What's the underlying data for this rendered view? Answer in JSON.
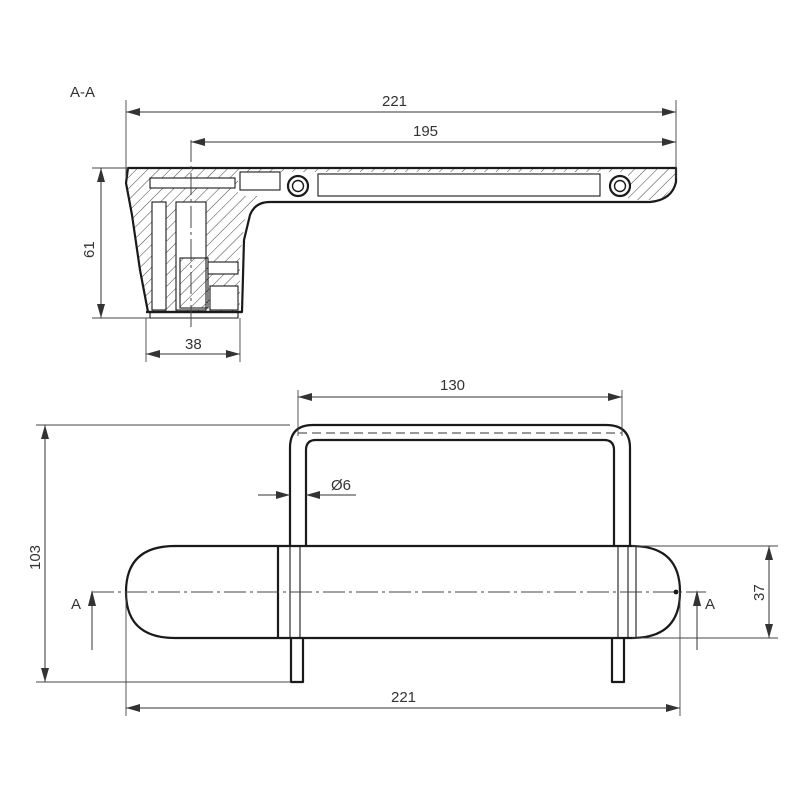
{
  "section": {
    "label": "A-A"
  },
  "dimensions": {
    "top_overall_length": "221",
    "top_inner_length": "195",
    "height": "61",
    "base_width": "38",
    "bracket_width": "130",
    "rod_diameter": "Ø6",
    "overall_height": "103",
    "grip_height": "37",
    "bottom_overall_length": "221"
  },
  "cut_markers": {
    "left": "A",
    "right": "A"
  }
}
